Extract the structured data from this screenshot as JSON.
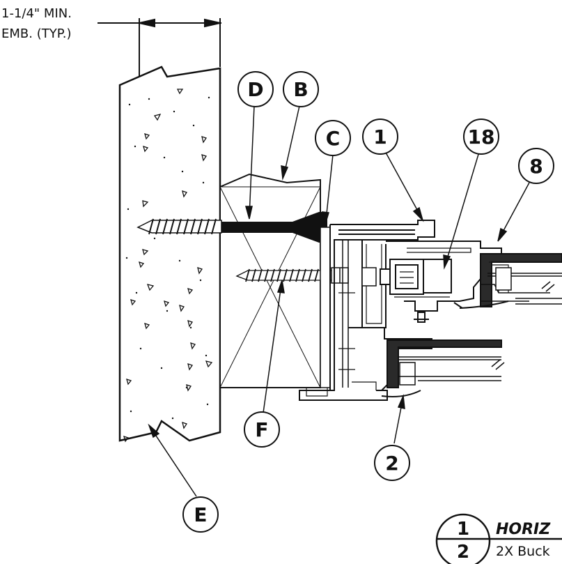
{
  "embedment_note": {
    "line1": "1-1/4\" MIN.",
    "line2": "EMB. (TYP.)"
  },
  "callouts": {
    "D": "D",
    "B": "B",
    "C": "C",
    "c1": "1",
    "c18": "18",
    "c8": "8",
    "F": "F",
    "E": "E",
    "c2": "2"
  },
  "title_block": {
    "detail_number": "1",
    "sheet_number": "2",
    "title": "HORIZ",
    "subtitle": "2X Buck"
  }
}
